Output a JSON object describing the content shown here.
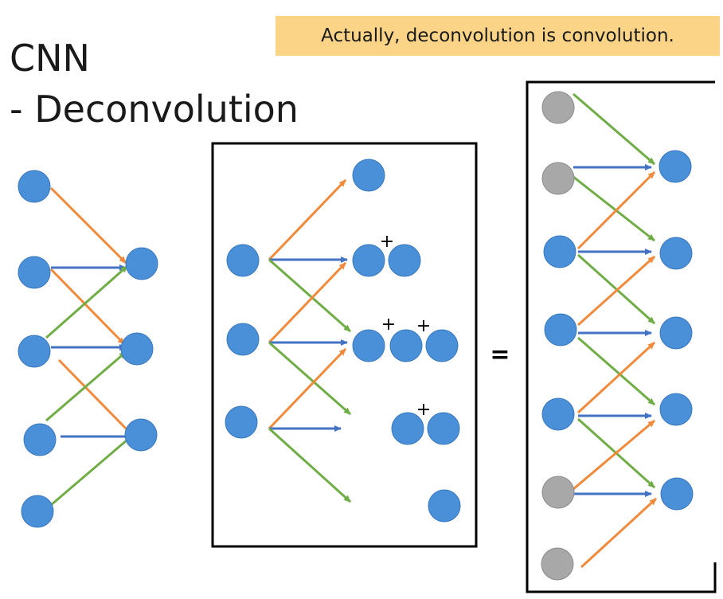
{
  "title": {
    "line1": "CNN",
    "line2": "- Deconvolution"
  },
  "note": "Actually, deconvolution is convolution.",
  "plus_sign": "+",
  "equals_sign": "=",
  "colors": {
    "node": "#4a90d9",
    "padding_node": "#a8a8a8",
    "edge_orange": "#f08a3c",
    "edge_blue": "#4472c4",
    "edge_green": "#70ad47",
    "note_background": "#fbd488"
  }
}
